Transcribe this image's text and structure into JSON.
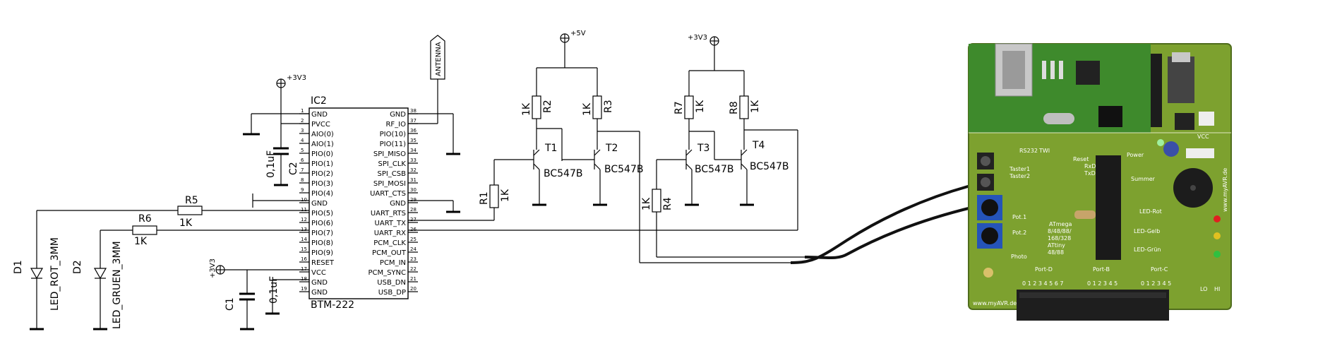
{
  "ic": {
    "name": "IC2",
    "part": "BTM-222",
    "left_pins": [
      {
        "label": "GND",
        "num": "1"
      },
      {
        "label": "PVCC",
        "num": "2"
      },
      {
        "label": "AIO(0)",
        "num": "3"
      },
      {
        "label": "AIO(1)",
        "num": "4"
      },
      {
        "label": "PIO(0)",
        "num": "5"
      },
      {
        "label": "PIO(1)",
        "num": "6"
      },
      {
        "label": "PIO(2)",
        "num": "7"
      },
      {
        "label": "PIO(3)",
        "num": "8"
      },
      {
        "label": "PIO(4)",
        "num": "9"
      },
      {
        "label": "GND",
        "num": "10"
      },
      {
        "label": "PIO(5)",
        "num": "11"
      },
      {
        "label": "PIO(6)",
        "num": "12"
      },
      {
        "label": "PIO(7)",
        "num": "13"
      },
      {
        "label": "PIO(8)",
        "num": "14"
      },
      {
        "label": "PIO(9)",
        "num": "15"
      },
      {
        "label": "RESET",
        "num": "16"
      },
      {
        "label": "VCC",
        "num": "17"
      },
      {
        "label": "GND",
        "num": "18"
      },
      {
        "label": "GND",
        "num": "19"
      }
    ],
    "right_pins": [
      {
        "label": "GND",
        "num": "38"
      },
      {
        "label": "RF_IO",
        "num": "37"
      },
      {
        "label": "PIO(10)",
        "num": "36"
      },
      {
        "label": "PIO(11)",
        "num": "35"
      },
      {
        "label": "SPI_MISO",
        "num": "34"
      },
      {
        "label": "SPI_CLK",
        "num": "33"
      },
      {
        "label": "SPI_CSB",
        "num": "32"
      },
      {
        "label": "SPI_MOSI",
        "num": "31"
      },
      {
        "label": "UART_CTS",
        "num": "30"
      },
      {
        "label": "GND",
        "num": "29"
      },
      {
        "label": "UART_RTS",
        "num": "28"
      },
      {
        "label": "UART_TX",
        "num": "27"
      },
      {
        "label": "UART_RX",
        "num": "26"
      },
      {
        "label": "PCM_CLK",
        "num": "25"
      },
      {
        "label": "PCM_OUT",
        "num": "24"
      },
      {
        "label": "PCM_IN",
        "num": "23"
      },
      {
        "label": "PCM_SYNC",
        "num": "22"
      },
      {
        "label": "USB_DN",
        "num": "21"
      },
      {
        "label": "USB_DP",
        "num": "20"
      }
    ]
  },
  "labels": {
    "antenna": "ANTENNA",
    "p3v3_a": "+3V3",
    "p3v3_b": "+3V3",
    "p3v3_c": "+3V3",
    "p5v": "+5V",
    "c2_name": "C2",
    "c2_val": "0,1uF",
    "c1_name": "C1",
    "c1_val": "0,1uF",
    "r5_name": "R5",
    "r5_val": "1K",
    "r6_name": "R6",
    "r6_val": "1K",
    "d1_name": "D1",
    "d1_val": "LED_ROT_3MM",
    "d2_name": "D2",
    "d2_val": "LED_GRUEN_3MM",
    "r1_name": "R1",
    "r1_val": "1K",
    "r2_name": "R2",
    "r2_val": "1K",
    "r3_name": "R3",
    "r3_val": "1K",
    "r4_name": "R4",
    "r4_val": "1K",
    "r7_name": "R7",
    "r7_val": "1K",
    "r8_name": "R8",
    "r8_val": "1K",
    "t1_name": "T1",
    "t1_val": "BC547B",
    "t2_name": "T2",
    "t2_val": "BC547B",
    "t3_name": "T3",
    "t3_val": "BC547B",
    "t4_name": "T4",
    "t4_val": "BC547B",
    "pin1": "1",
    "pin2": "2",
    "pin3": "3"
  },
  "board": {
    "rs232": "RS232",
    "twi": "TWI",
    "taster1": "Taster1",
    "taster2": "Taster2",
    "reset": "Reset",
    "rxd": "RxD",
    "txd": "TxD",
    "power": "Power",
    "vcc": "VCC",
    "summer": "Summer",
    "pot1": "Pot.1",
    "pot2": "Pot.2",
    "mcu1": "ATmega",
    "mcu2": "8/48/88/",
    "mcu3": "168/328",
    "mcu4": "ATtiny",
    "mcu5": "48/88",
    "led_rot": "LED-Rot",
    "led_gelb": "LED-Gelb",
    "led_gruen": "LED-Grün",
    "photo": "Photo",
    "portd": "Port-D",
    "portb": "Port-B",
    "portc": "Port-C",
    "portd_pins": "0 1 2 3 4 5 6 7",
    "portb_pins": "0 1 2 3 4 5",
    "portc_pins": "0 1 2 3 4 5",
    "lo": "LO",
    "hi": "HI",
    "url": "www.myAVR.de",
    "url2": "www.myAVR.de",
    "colors": {
      "pcb": "#7da12f",
      "pcb_dark": "#5f8424",
      "mod": "#3e8a2c",
      "header": "#1e1e1e"
    }
  }
}
